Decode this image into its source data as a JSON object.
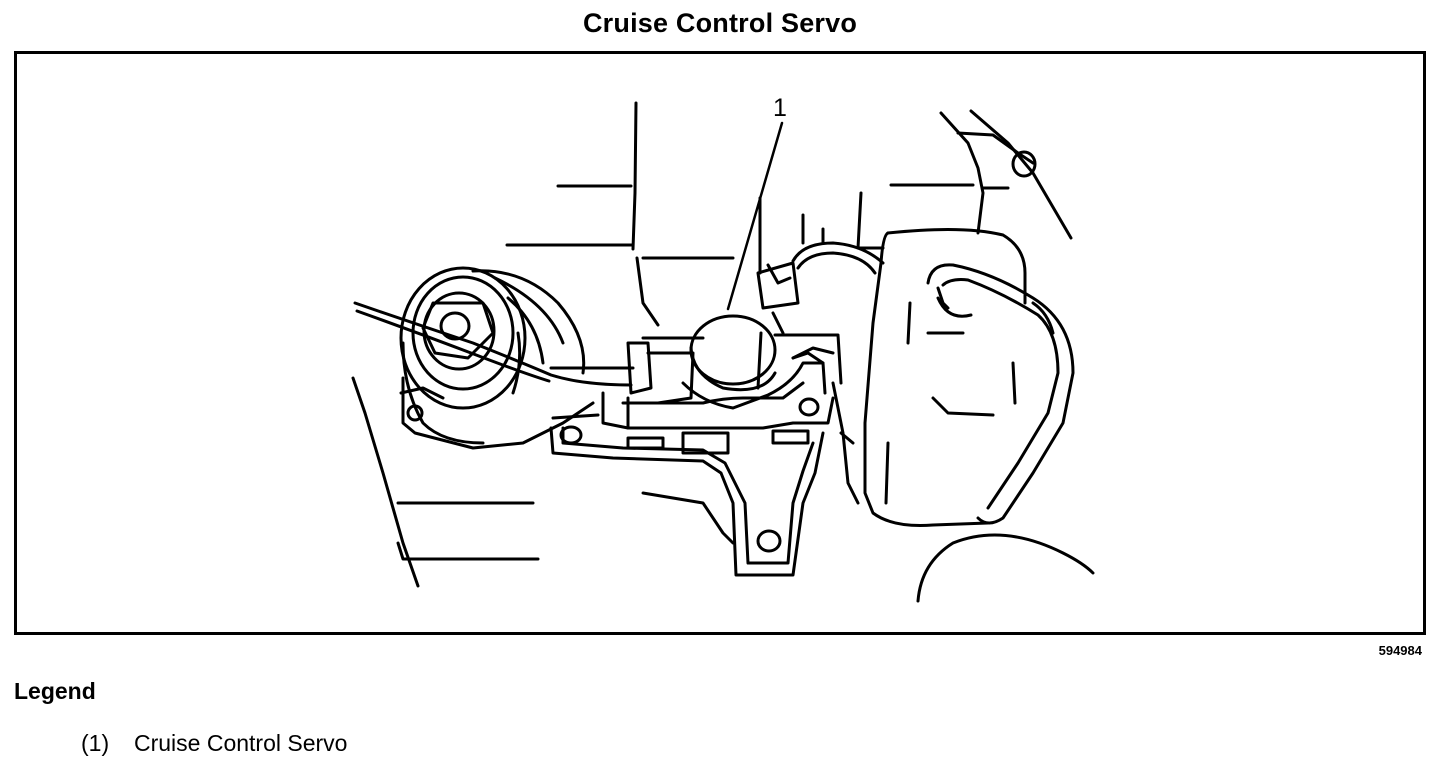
{
  "title": "Cruise Control Servo",
  "figure": {
    "callout_label": "1",
    "figure_number": "594984"
  },
  "legend": {
    "heading": "Legend",
    "items": [
      {
        "number": "(1)",
        "label": "Cruise Control Servo"
      }
    ]
  }
}
